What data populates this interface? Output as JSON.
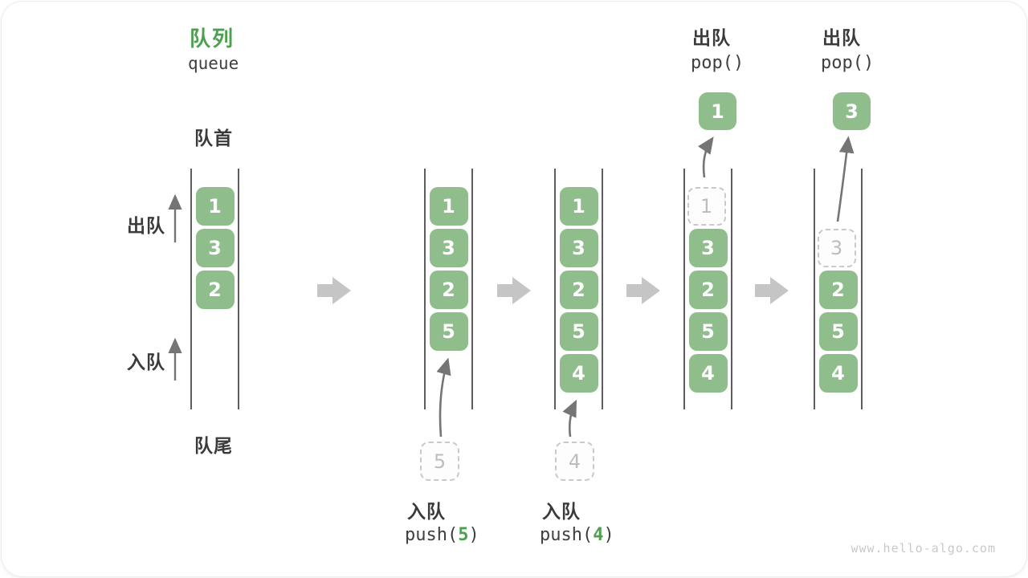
{
  "title": {
    "zh": "队列",
    "en": "queue"
  },
  "side_labels": {
    "front": "队首",
    "rear": "队尾",
    "dequeue": "出队",
    "enqueue": "入队"
  },
  "columns": [
    {
      "start_slot": 0,
      "cells": [
        {
          "value": "1",
          "variant": "solid"
        },
        {
          "value": "3",
          "variant": "solid"
        },
        {
          "value": "2",
          "variant": "solid"
        }
      ]
    },
    {
      "start_slot": 0,
      "cells": [
        {
          "value": "1",
          "variant": "solid"
        },
        {
          "value": "3",
          "variant": "solid"
        },
        {
          "value": "2",
          "variant": "solid"
        },
        {
          "value": "5",
          "variant": "solid"
        }
      ]
    },
    {
      "start_slot": 0,
      "cells": [
        {
          "value": "1",
          "variant": "solid"
        },
        {
          "value": "3",
          "variant": "solid"
        },
        {
          "value": "2",
          "variant": "solid"
        },
        {
          "value": "5",
          "variant": "solid"
        },
        {
          "value": "4",
          "variant": "solid"
        }
      ]
    },
    {
      "start_slot": 0,
      "cells": [
        {
          "value": "1",
          "variant": "ghost"
        },
        {
          "value": "3",
          "variant": "solid"
        },
        {
          "value": "2",
          "variant": "solid"
        },
        {
          "value": "5",
          "variant": "solid"
        },
        {
          "value": "4",
          "variant": "solid"
        }
      ]
    },
    {
      "start_slot": 1,
      "cells": [
        {
          "value": "3",
          "variant": "ghost"
        },
        {
          "value": "2",
          "variant": "solid"
        },
        {
          "value": "5",
          "variant": "solid"
        },
        {
          "value": "4",
          "variant": "solid"
        }
      ]
    }
  ],
  "pop_ops": [
    {
      "label_zh": "出队",
      "label_code": "pop()",
      "value": "1"
    },
    {
      "label_zh": "出队",
      "label_code": "pop()",
      "value": "3"
    }
  ],
  "push_ops": [
    {
      "label_zh": "入队",
      "code_prefix": "push(",
      "arg": "5",
      "code_suffix": ")",
      "ghost_value": "5"
    },
    {
      "label_zh": "入队",
      "code_prefix": "push(",
      "arg": "4",
      "code_suffix": ")",
      "ghost_value": "4"
    }
  ],
  "watermark": "www.hello-algo.com",
  "colors": {
    "accent_green": "#4CA050",
    "box_green": "#8FBE8C",
    "thin_arrow_gray": "#757575",
    "block_arrow_gray": "#c5c5c5"
  }
}
